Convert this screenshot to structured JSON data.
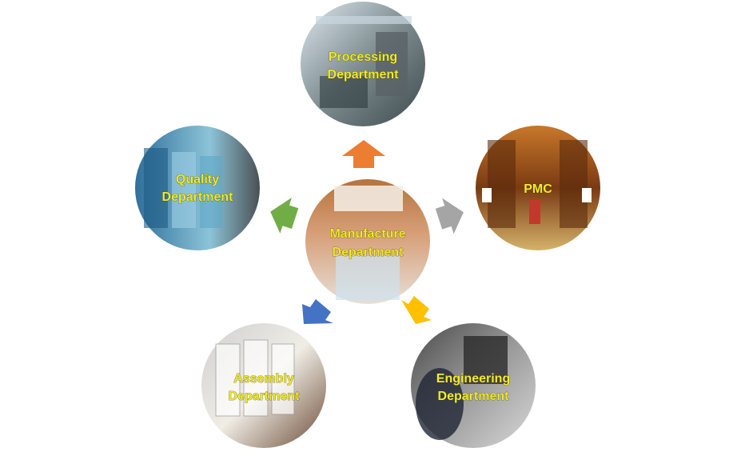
{
  "departments": {
    "center": {
      "line1": "Manufacture",
      "line2": "Department"
    },
    "top": {
      "line1": "Processing",
      "line2": "Department"
    },
    "right": {
      "line1": "PMC",
      "line2": ""
    },
    "left": {
      "line1": "Quality",
      "line2": "Department"
    },
    "bottom_left": {
      "line1": "Assembly",
      "line2": "Department"
    },
    "bottom_right": {
      "line1": "Engineering",
      "line2": "Department"
    }
  },
  "arrow_colors": {
    "top": "#ed7d31",
    "right": "#a5a5a5",
    "left": "#70ad47",
    "bottom_left": "#4472c4",
    "bottom_right": "#ffc000"
  }
}
